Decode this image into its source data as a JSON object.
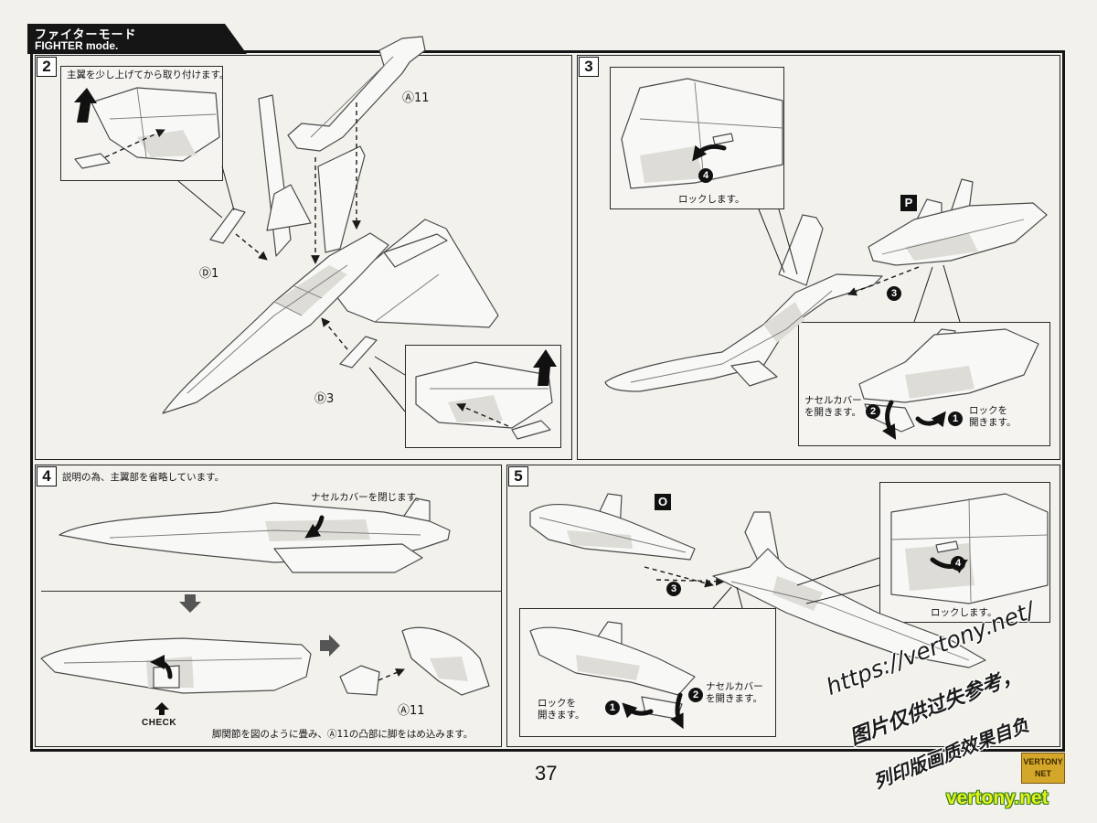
{
  "header": {
    "title_jp": "ファイターモード",
    "title_en": "FIGHTER mode."
  },
  "step2": {
    "number": "2",
    "inset_note": "主翼を少し上げてから取り付けます。",
    "part_a11": "Ⓐ11",
    "part_d1": "Ⓓ1",
    "part_d3": "Ⓓ3"
  },
  "step3": {
    "number": "3",
    "badge_4": "4",
    "lock_note": "ロックします。",
    "part_p": "P",
    "badge_3": "3",
    "nacelle_note": [
      "ナセルカバー",
      "を開きます。"
    ],
    "badge_2": "2",
    "badge_1": "1",
    "unlock_note": [
      "ロックを",
      "開きます。"
    ]
  },
  "step4": {
    "number": "4",
    "omit_note": "説明の為、主翼部を省略しています。",
    "close_note": "ナセルカバーを閉じます。",
    "check_label": "CHECK",
    "part_a11": "Ⓐ11",
    "leg_note": "脚関節を図のように畳み、Ⓐ11の凸部に脚をはめ込みます。"
  },
  "step5": {
    "number": "5",
    "part_o": "O",
    "badge_3": "3",
    "badge_4": "4",
    "lock_note": "ロックします。",
    "unlock_note": [
      "ロックを",
      "開きます。"
    ],
    "badge_1": "1",
    "badge_2": "2",
    "nacelle_note": [
      "ナセルカバー",
      "を開きます。"
    ]
  },
  "page_number": "37",
  "watermark": {
    "url": "https://vertony.net/",
    "line1": "图片仅供过失参考，",
    "line2": "列印版画质效果自负"
  },
  "logo": {
    "top": "VERTONY",
    "bottom": "NET",
    "site": "vertony.net"
  },
  "colors": {
    "ink": "#141414",
    "paper": "#f2f1ec",
    "part_fill": "#f8f8f6",
    "logo_gold": "#d4a62a",
    "site_text": "#e6ee1a",
    "site_outline": "#2f7d1e"
  }
}
